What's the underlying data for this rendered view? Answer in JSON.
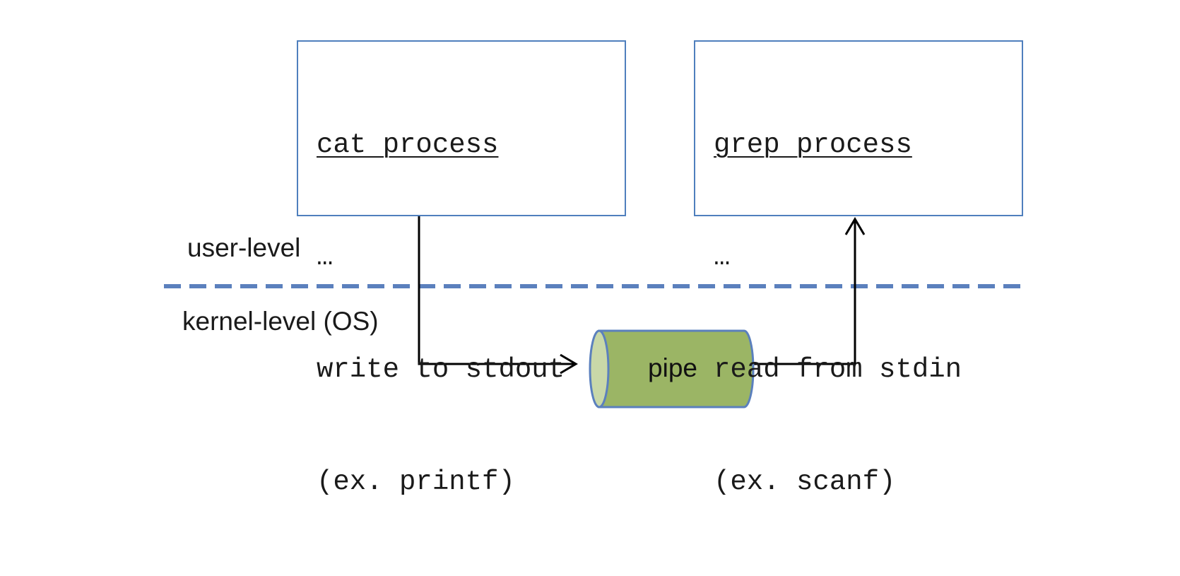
{
  "processes": {
    "cat": {
      "title": "cat process",
      "lines": [
        "…",
        "write to stdout",
        "(ex. printf)"
      ]
    },
    "grep": {
      "title": "grep process",
      "lines": [
        "…",
        "read from stdin",
        "(ex. scanf)"
      ]
    }
  },
  "levels": {
    "user": "user-level",
    "kernel": "kernel-level (OS)"
  },
  "pipe": {
    "label": "pipe"
  },
  "colors": {
    "box_border": "#4f7fbd",
    "divider": "#5b80bd",
    "pipe_fill": "#9bb565",
    "pipe_cap": "#c9d8a8",
    "pipe_border": "#5b80bd",
    "arrow": "#000000"
  }
}
